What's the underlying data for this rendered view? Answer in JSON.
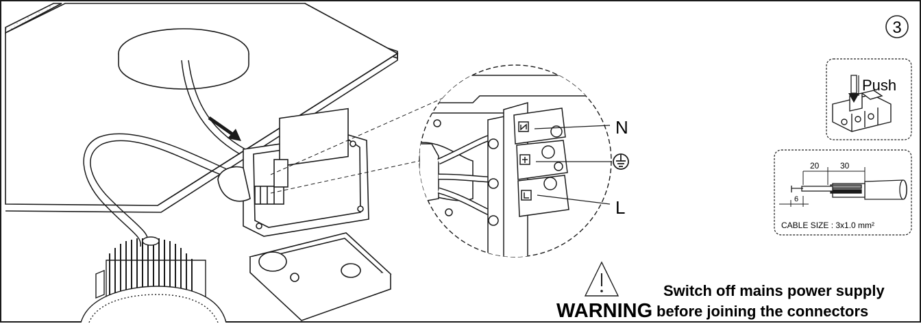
{
  "step_number": "3",
  "labels": {
    "neutral": "N",
    "live": "L",
    "earth_symbol": "protective-earth-icon"
  },
  "push_panel": {
    "label": "Push"
  },
  "cable_panel": {
    "dim_20": "20",
    "dim_30": "30",
    "dim_6": "6",
    "cable_size_label": "CABLE SIZE : 3x1.0 mm²"
  },
  "warning": {
    "title": "WARNING",
    "line1": "Switch off mains power supply",
    "line2": "before joining the connectors"
  },
  "colors": {
    "line": "#1a1a1a",
    "fill": "#ffffff",
    "gray": "#8a8a8a"
  }
}
